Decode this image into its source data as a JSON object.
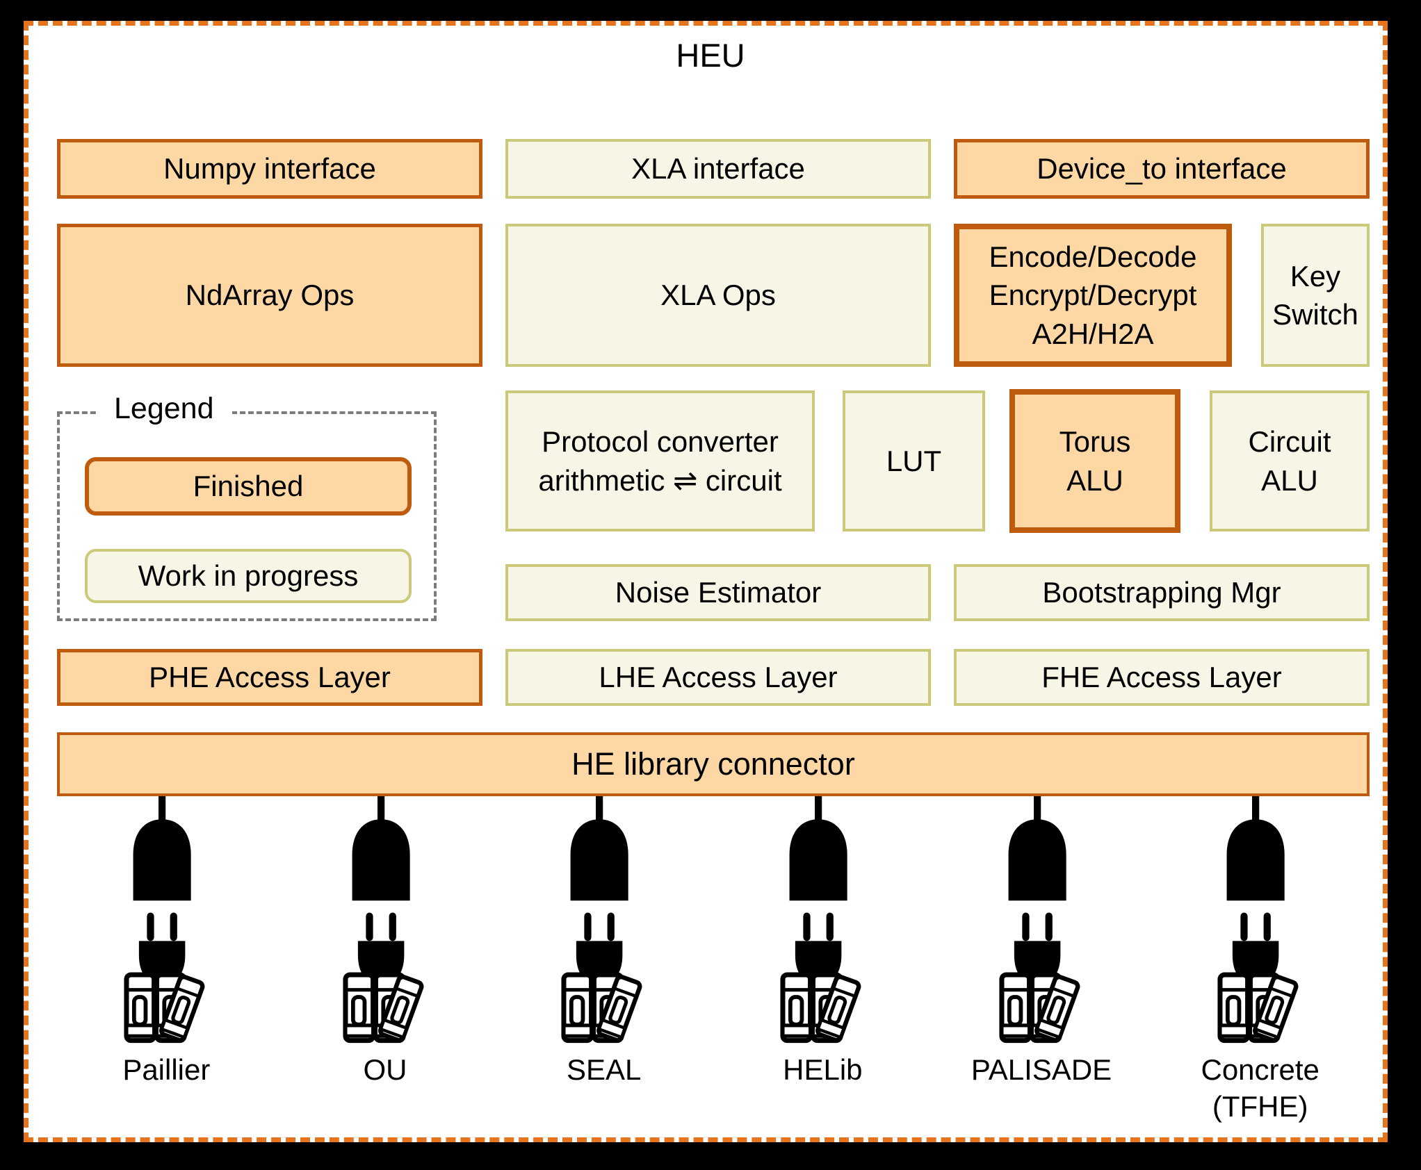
{
  "title": "HEU",
  "legend": {
    "title": "Legend",
    "finished_label": "Finished",
    "wip_label": "Work in progress"
  },
  "boxes": {
    "numpy_interface": "Numpy interface",
    "xla_interface": "XLA interface",
    "device_to_interface": "Device_to interface",
    "ndarray_ops": "NdArray Ops",
    "xla_ops": "XLA Ops",
    "encode_decode": "Encode/Decode\nEncrypt/Decrypt\nA2H/H2A",
    "key_switch": "Key\nSwitch",
    "protocol_converter": "Protocol converter\narithmetic ⇌ circuit",
    "lut": "LUT",
    "torus_alu": "Torus\nALU",
    "circuit_alu": "Circuit\nALU",
    "noise_estimator": "Noise Estimator",
    "bootstrapping_mgr": "Bootstrapping Mgr",
    "phe_access_layer": "PHE Access Layer",
    "lhe_access_layer": "LHE Access Layer",
    "fhe_access_layer": "FHE Access Layer",
    "he_library_connector": "HE library connector"
  },
  "libraries": [
    {
      "name": "Paillier"
    },
    {
      "name": "OU"
    },
    {
      "name": "SEAL"
    },
    {
      "name": "HELib"
    },
    {
      "name": "PALISADE"
    },
    {
      "name": "Concrete\n(TFHE)"
    }
  ],
  "icons": {
    "plug": "plug-icon",
    "books": "books-icon"
  },
  "colors": {
    "finished_fill": "#fdd7a4",
    "finished_border": "#bf5b0e",
    "wip_fill": "#f7f5e6",
    "wip_border": "#cbca7a",
    "frame_border": "#e6741d",
    "legend_border": "#7c7c7c",
    "icon_ink": "#000000"
  }
}
